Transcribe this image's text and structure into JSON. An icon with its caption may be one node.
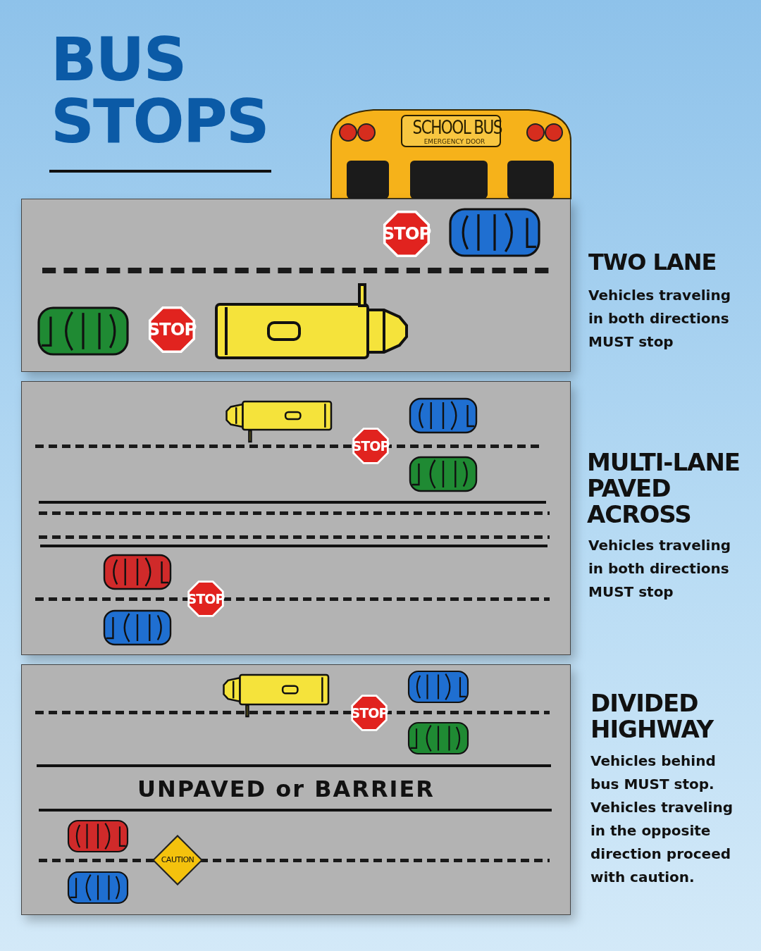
{
  "diagram": {
    "title": "BUS STOPS",
    "labels": [
      "SCHOOL BUS",
      "EMERGENCY DOOR",
      "STOP",
      "STOP",
      "TWO LANE",
      "Vehicles traveling in both directions **MUST** stop",
      "STOP",
      "STOP",
      "MULTI-LANE PAVED ACROSS",
      "Vehicles traveling in both directions **MUST** stop",
      "STOP",
      "UNPAVED or BARRIER",
      "CAUTION",
      "DIVIDED HIGHWAY",
      "Vehicles behind bus **MUST** stop. Vehicles traveling in the opposite direction proceed with caution."
    ]
  }
}
